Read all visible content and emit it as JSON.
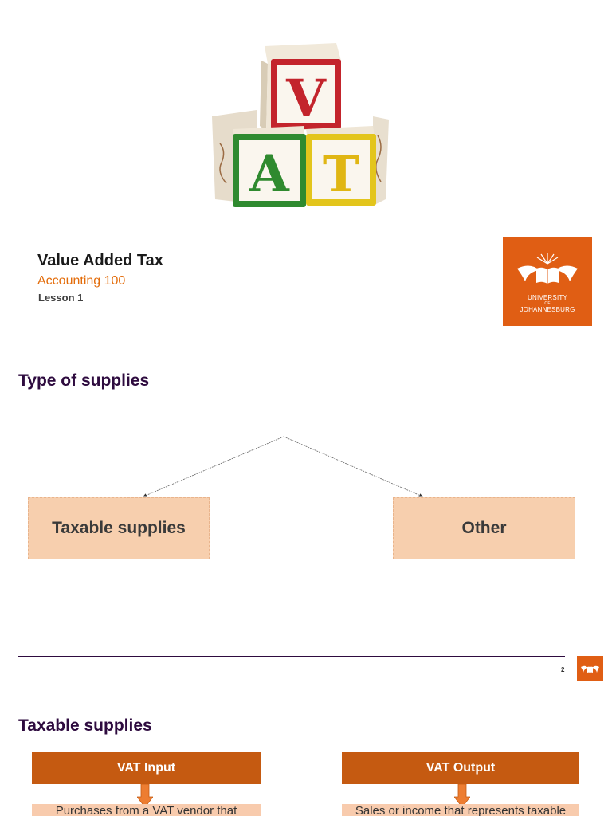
{
  "slide1": {
    "blocks": [
      "V",
      "A",
      "T"
    ],
    "title": "Value Added Tax",
    "subtitle": "Accounting 100",
    "lesson": "Lesson 1",
    "logo": {
      "university": "UNIVERSITY",
      "of": "OF",
      "name": "JOHANNESBURG"
    }
  },
  "slide2": {
    "heading": "Type of supplies",
    "boxes": [
      "Taxable supplies",
      "Other"
    ],
    "page_number": "2"
  },
  "slide3": {
    "heading": "Taxable supplies",
    "columns": [
      {
        "header": "VAT Input",
        "body": "Purchases from a VAT vendor that"
      },
      {
        "header": "VAT Output",
        "body": "Sales or income that represents taxable"
      }
    ]
  },
  "colors": {
    "brand_orange": "#e05e14",
    "heading_purple": "#2e0b3f",
    "box_peach": "#f7cfae",
    "header_orange": "#c55a11"
  }
}
